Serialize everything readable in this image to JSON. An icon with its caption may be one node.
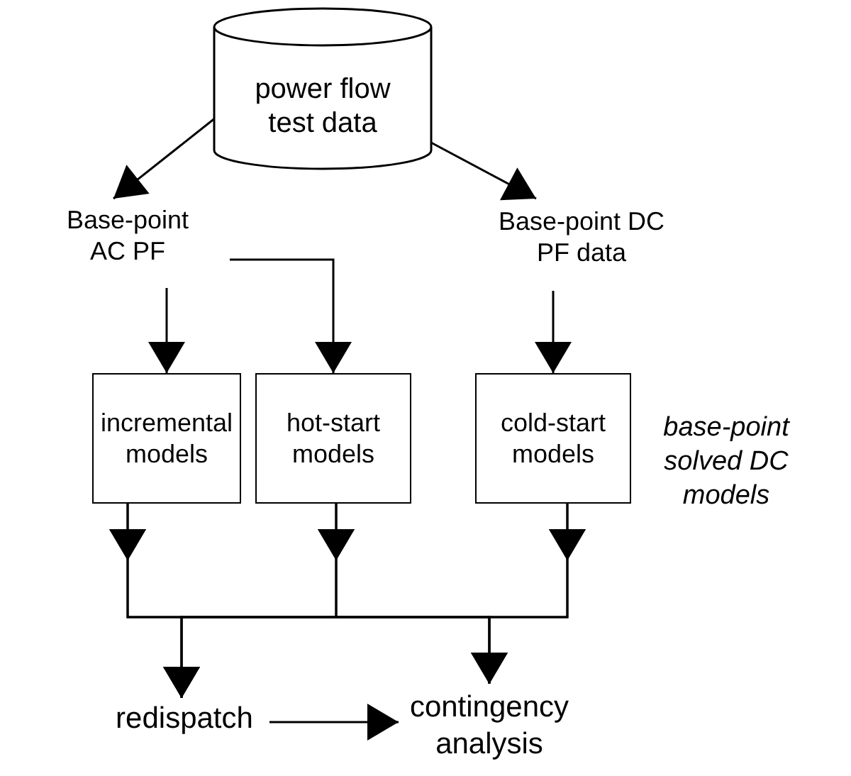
{
  "diagram": {
    "nodes": [
      {
        "text": [
          "power flow test data"
        ]
      },
      {
        "text": [
          "Base-point AC PF"
        ]
      },
      {
        "text": [
          "Base-point DC PF data"
        ]
      },
      {
        "text": [
          "incremental models"
        ]
      },
      {
        "text": [
          "hot-start models"
        ]
      },
      {
        "text": [
          "cold-start models"
        ]
      },
      {
        "text": [
          "redispatch"
        ]
      },
      {
        "text": [
          "contingency analysis"
        ]
      }
    ],
    "edges": [
      {
        "from": 0,
        "to": 1,
        "arrow": "to"
      },
      {
        "from": 0,
        "to": 2,
        "arrow": "to"
      },
      {
        "from": 1,
        "to": 3,
        "arrow": "to"
      },
      {
        "from": 1,
        "to": 4,
        "arrow": "to"
      },
      {
        "from": 2,
        "to": 5,
        "arrow": "to"
      },
      {
        "from": 3,
        "to": 6,
        "arrow": "to"
      },
      {
        "from": 3,
        "to": 7,
        "arrow": "to"
      },
      {
        "from": 4,
        "to": 6,
        "arrow": "to"
      },
      {
        "from": 4,
        "to": 7,
        "arrow": "to"
      },
      {
        "from": 5,
        "to": 6,
        "arrow": "to"
      },
      {
        "from": 5,
        "to": 7,
        "arrow": "to"
      },
      {
        "from": 6,
        "to": 7,
        "arrow": "to"
      }
    ],
    "labels": [
      "base-point solved DC models"
    ]
  }
}
